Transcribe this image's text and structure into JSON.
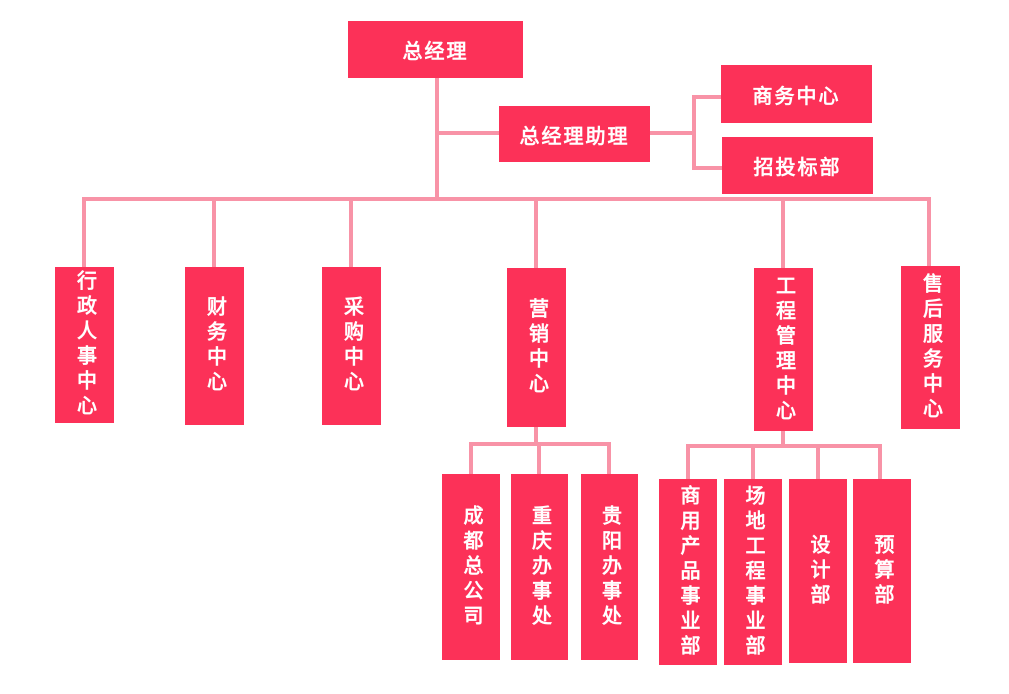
{
  "chart": {
    "type": "org-chart",
    "language": "zh-CN",
    "colors": {
      "node_fill": "#FC3158",
      "connector": "#F893A7",
      "node_text": "#FFFFFF",
      "background": "#FFFFFF"
    },
    "nodes": {
      "gm": "总经理",
      "assistant": "总经理助理",
      "business_center": "商务中心",
      "bidding_dept": "招投标部",
      "admin_hr_center": "行政人事中心",
      "finance_center": "财务中心",
      "procurement_center": "采购中心",
      "marketing_center": "营销中心",
      "engineering_mgmt_center": "工程管理中心",
      "after_sales_center": "售后服务中心",
      "chengdu_hq": "成都总公司",
      "chongqing_office": "重庆办事处",
      "guiyang_office": "贵阳办事处",
      "commercial_products_div": "商用产品事业部",
      "site_engineering_div": "场地工程事业部",
      "design_dept": "设计部",
      "budget_dept": "预算部"
    },
    "structure": {
      "总经理": [
        "总经理助理",
        "行政人事中心",
        "财务中心",
        "采购中心",
        "营销中心",
        "工程管理中心",
        "售后服务中心"
      ],
      "总经理助理": [
        "商务中心",
        "招投标部"
      ],
      "营销中心": [
        "成都总公司",
        "重庆办事处",
        "贵阳办事处"
      ],
      "工程管理中心": [
        "商用产品事业部",
        "场地工程事业部",
        "设计部",
        "预算部"
      ]
    }
  }
}
